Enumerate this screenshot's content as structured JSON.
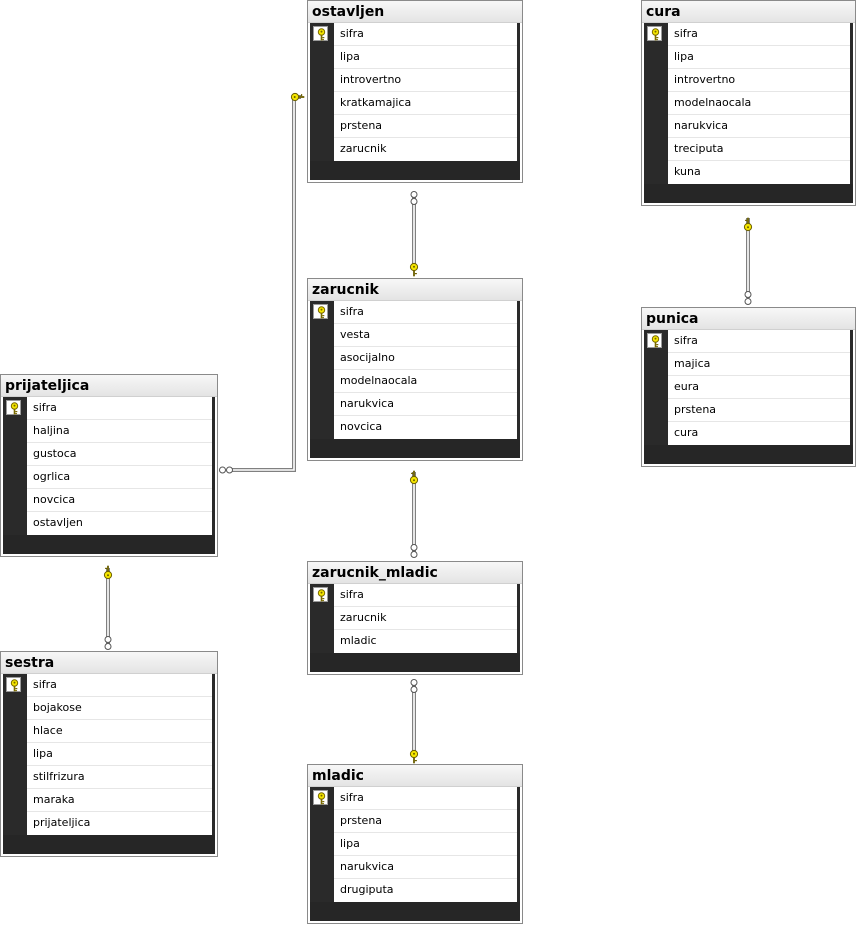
{
  "tables": [
    {
      "id": "ostavljen",
      "name": "ostavljen",
      "columns": [
        "sifra",
        "lipa",
        "introvertno",
        "kratkamajica",
        "prstena",
        "zarucnik"
      ]
    },
    {
      "id": "cura",
      "name": "cura",
      "columns": [
        "sifra",
        "lipa",
        "introvertno",
        "modelnaocala",
        "narukvica",
        "treciputa",
        "kuna"
      ]
    },
    {
      "id": "zarucnik",
      "name": "zarucnik",
      "columns": [
        "sifra",
        "vesta",
        "asocijalno",
        "modelnaocala",
        "narukvica",
        "novcica"
      ]
    },
    {
      "id": "punica",
      "name": "punica",
      "columns": [
        "sifra",
        "majica",
        "eura",
        "prstena",
        "cura"
      ]
    },
    {
      "id": "prijateljica",
      "name": "prijateljica",
      "columns": [
        "sifra",
        "haljina",
        "gustoca",
        "ogrlica",
        "novcica",
        "ostavljen"
      ]
    },
    {
      "id": "zarucnik_mladic",
      "name": "zarucnik_mladic",
      "columns": [
        "sifra",
        "zarucnik",
        "mladic"
      ]
    },
    {
      "id": "sestra",
      "name": "sestra",
      "columns": [
        "sifra",
        "bojakose",
        "hlace",
        "lipa",
        "stilfrizura",
        "maraka",
        "prijateljica"
      ]
    },
    {
      "id": "mladic",
      "name": "mladic",
      "columns": [
        "sifra",
        "prstena",
        "lipa",
        "narukvica",
        "drugiputa"
      ]
    }
  ],
  "relationships": [
    {
      "from": "prijateljica",
      "to": "ostavljen"
    },
    {
      "from": "ostavljen",
      "to": "zarucnik"
    },
    {
      "from": "punica",
      "to": "cura"
    },
    {
      "from": "zarucnik_mladic",
      "to": "zarucnik"
    },
    {
      "from": "zarucnik_mladic",
      "to": "mladic"
    },
    {
      "from": "sestra",
      "to": "prijateljica"
    }
  ],
  "colors": {
    "key": "#f5e600",
    "line": "#7a7a7a",
    "gutter": "#2a2a2a"
  }
}
